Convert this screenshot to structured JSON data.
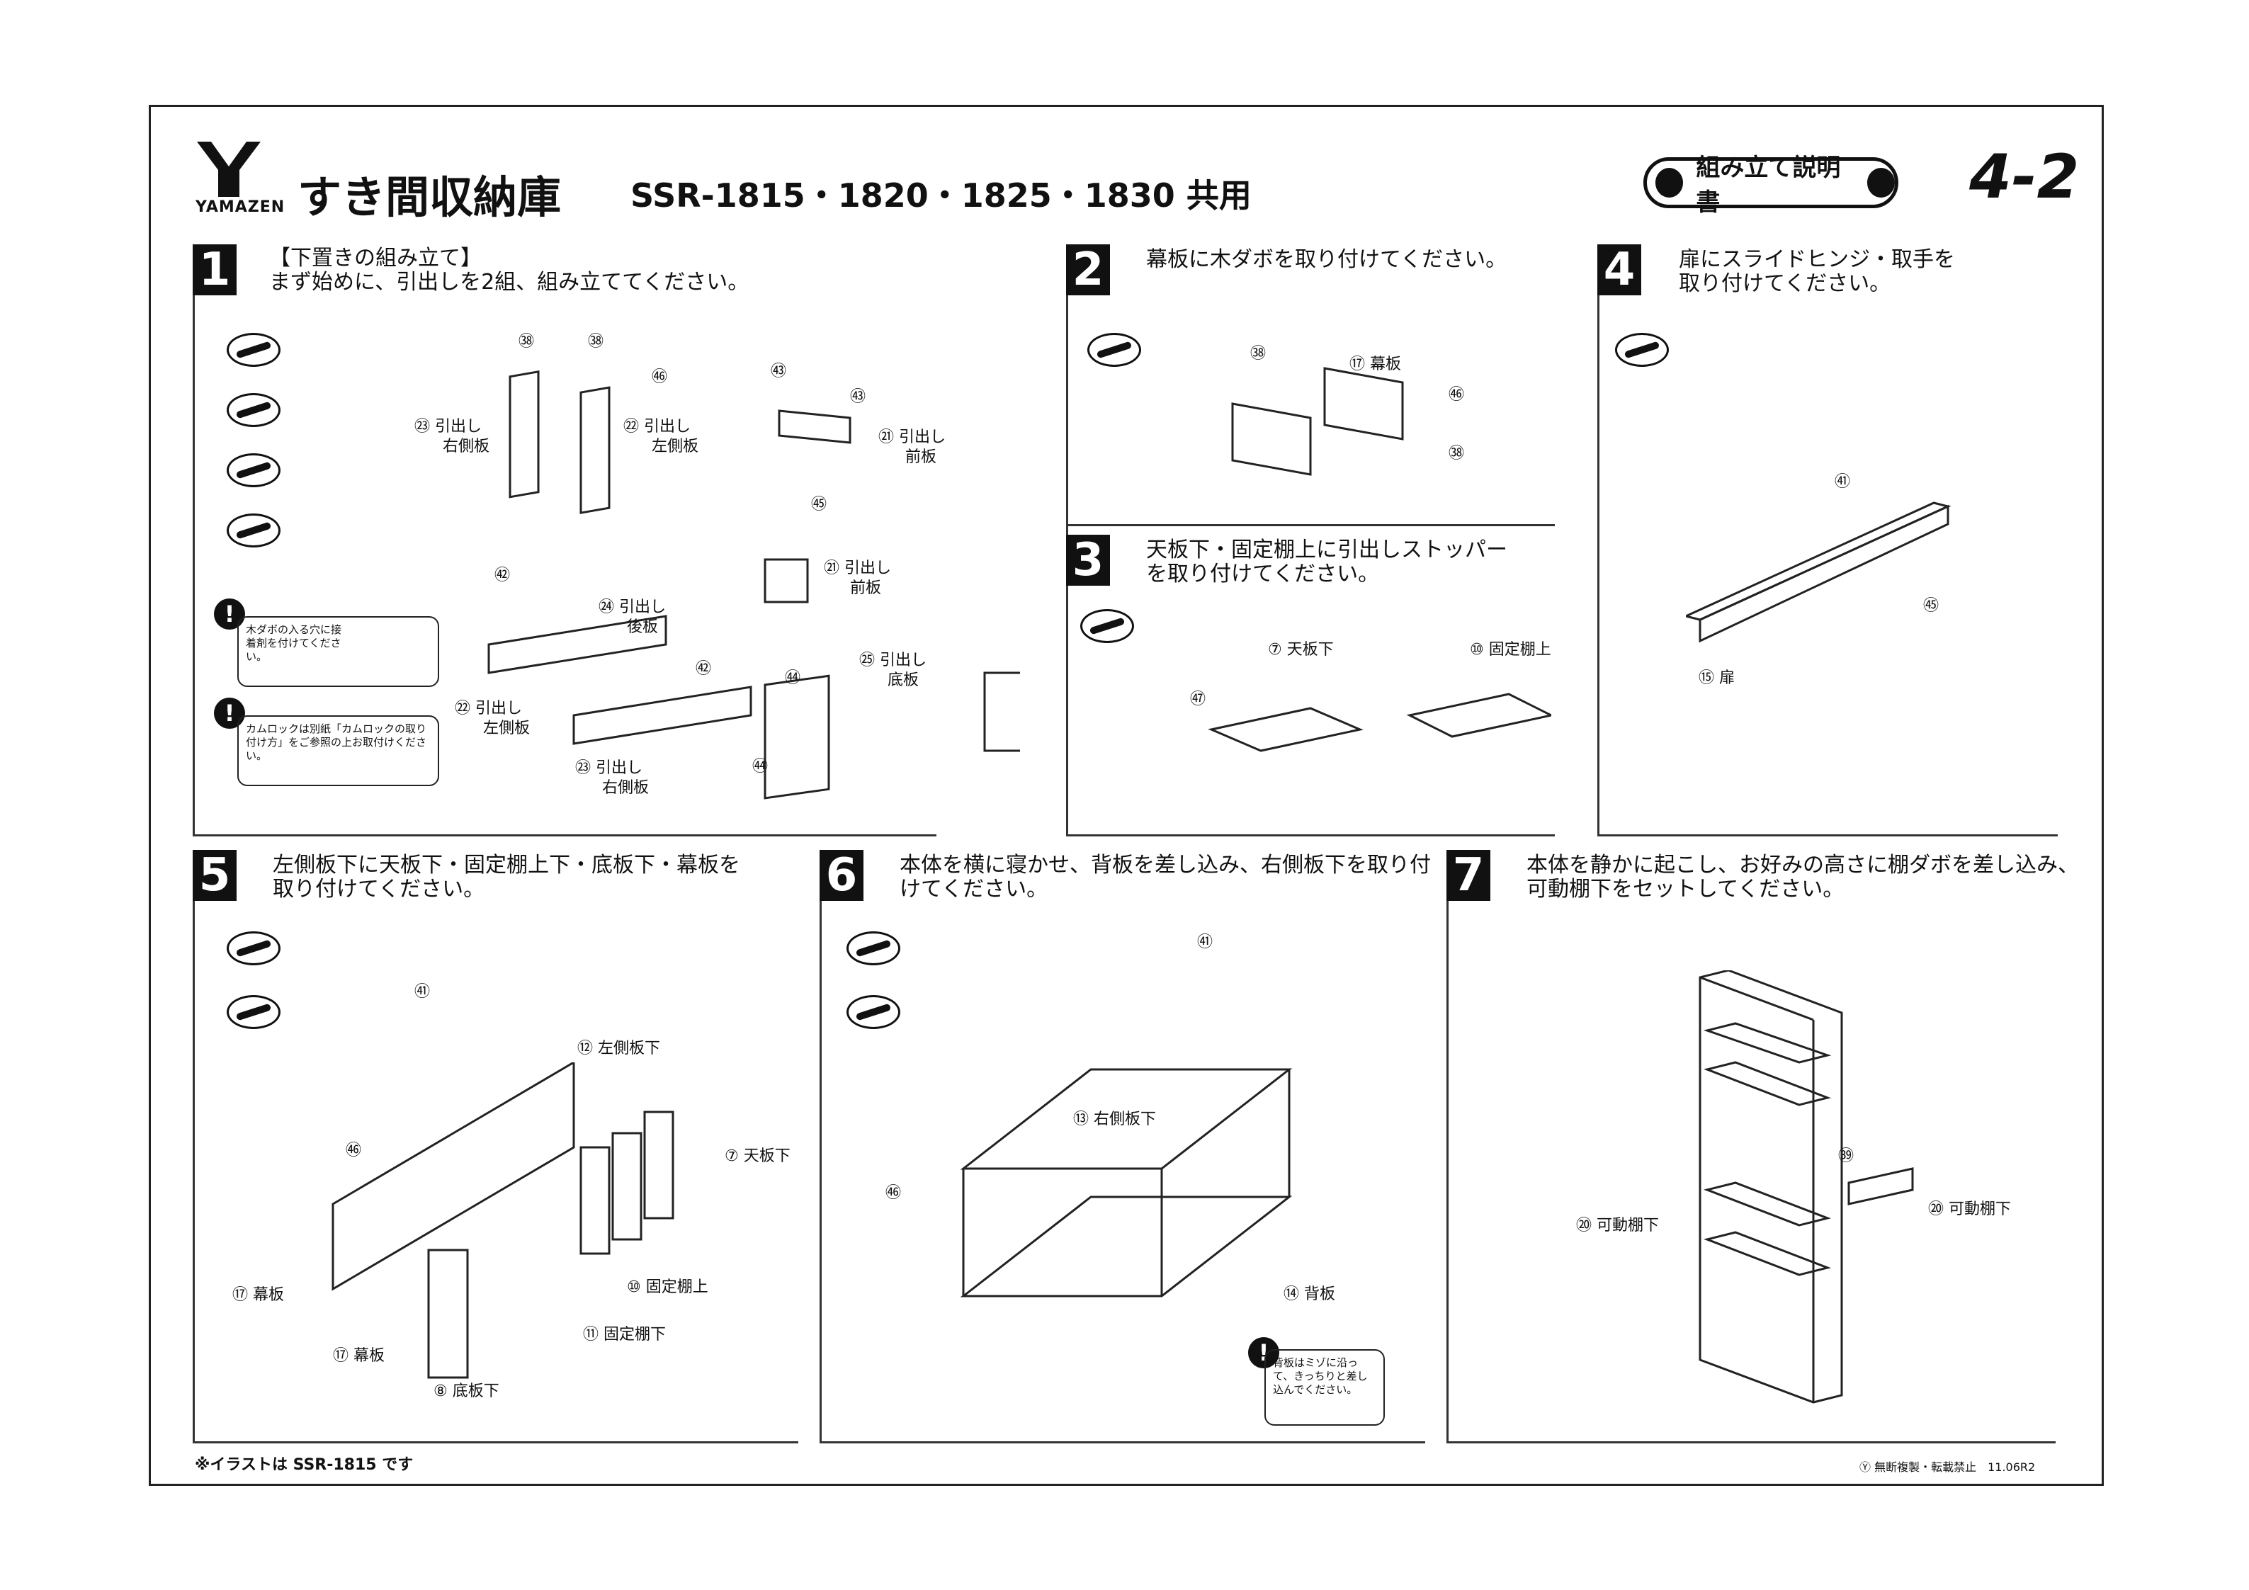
{
  "header": {
    "brand": "YAMAZEN",
    "title": "すき間収納庫",
    "models": "SSR-1815・1820・1825・1830 共用",
    "manual_label": "組み立て説明書",
    "page_no": "4-2"
  },
  "steps": [
    {
      "n": "1",
      "line1": "【下置きの組み立て】",
      "line2": "まず始めに、引出しを2組、組み立ててください。"
    },
    {
      "n": "2",
      "line1": "幕板に木ダボを取り付けてください。"
    },
    {
      "n": "3",
      "line1": "天板下・固定棚上に引出しストッパー",
      "line2": "を取り付けてください。"
    },
    {
      "n": "4",
      "line1": "扉にスライドヒンジ・取手を",
      "line2": "取り付けてください。"
    },
    {
      "n": "5",
      "line1": "左側板下に天板下・固定棚上下・底板下・幕板を",
      "line2": "取り付けてください。"
    },
    {
      "n": "6",
      "line1": "本体を横に寝かせ、背板を差し込み、右側板下を取り付",
      "line2": "けてください。"
    },
    {
      "n": "7",
      "line1": "本体を静かに起こし、お好みの高さに棚ダボを差し込み、",
      "line2": "可動棚下をセットしてください。"
    }
  ],
  "labels": {
    "s1": [
      "㊳",
      "㊳",
      "㉓ 引出し",
      "右側板",
      "㉒ 引出し",
      "左側板",
      "㊻",
      "㊸",
      "㊸",
      "㉑ 引出し",
      "前板",
      "㊺",
      "㊷",
      "㉔ 引出し",
      "後板",
      "㊷",
      "㉒ 引出し",
      "左側板",
      "㉓ 引出し",
      "右側板",
      "㉑ 引出し",
      "前板",
      "㉕ 引出し",
      "底板",
      "㊹",
      "㊹"
    ],
    "s2": [
      "㊳",
      "⑰ 幕板",
      "㊻",
      "㊳"
    ],
    "s3": [
      "⑦ 天板下",
      "⑩ 固定棚上",
      "㊼"
    ],
    "s4": [
      "㊶",
      "㊺",
      "⑮ 扉"
    ],
    "s5": [
      "㊶",
      "⑫ 左側板下",
      "⑦ 天板下",
      "㊻",
      "⑩ 固定棚上",
      "⑪ 固定棚下",
      "⑰ 幕板",
      "⑰ 幕板",
      "⑧ 底板下"
    ],
    "s6": [
      "㊶",
      "⑬ 右側板下",
      "㊻",
      "⑭ 背板"
    ],
    "s7": [
      "㊴",
      "⑳ 可動棚下",
      "⑳ 可動棚下"
    ]
  },
  "notes": {
    "dowel": "木ダボの入る穴に接着剤を付けてください。",
    "camlock": "カムロックは別紙「カムロックの取り付け方」をご参照の上お取付けください。",
    "backboard": "背板はミゾに沿って、きっちりと差し込んでください。"
  },
  "footer": {
    "left": "※イラストは SSR-1815 です",
    "right": "Ⓨ 無断複製・転載禁止　11.06R2"
  }
}
